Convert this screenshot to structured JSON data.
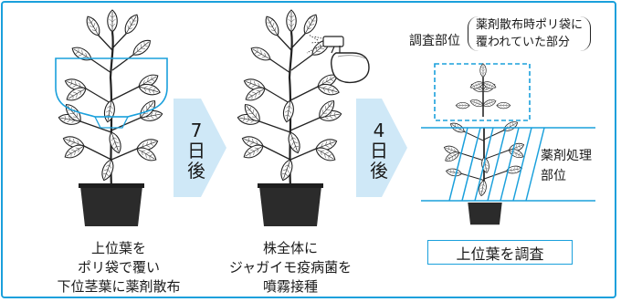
{
  "step1": {
    "caption_lines": [
      "上位葉を",
      "ポリ袋で覆い",
      "下位茎葉に薬剤散布"
    ]
  },
  "interval1": {
    "chars": [
      "7",
      "日",
      "後"
    ]
  },
  "step2": {
    "caption_lines": [
      "株全体に",
      "ジャガイモ疫病菌を",
      "噴霧接種"
    ]
  },
  "interval2": {
    "chars": [
      "4",
      "日",
      "後"
    ]
  },
  "step3": {
    "survey_label": "調査部位",
    "survey_note_lines": [
      "薬剤散布時ポリ袋に",
      "覆われていた部分"
    ],
    "treated_label_lines": [
      "薬剤処理",
      "部位"
    ],
    "result": "上位葉を調査"
  },
  "colors": {
    "accent": "#1aa0dc",
    "arrow": "#cfe8f7",
    "pot": "#2b2b2b"
  }
}
